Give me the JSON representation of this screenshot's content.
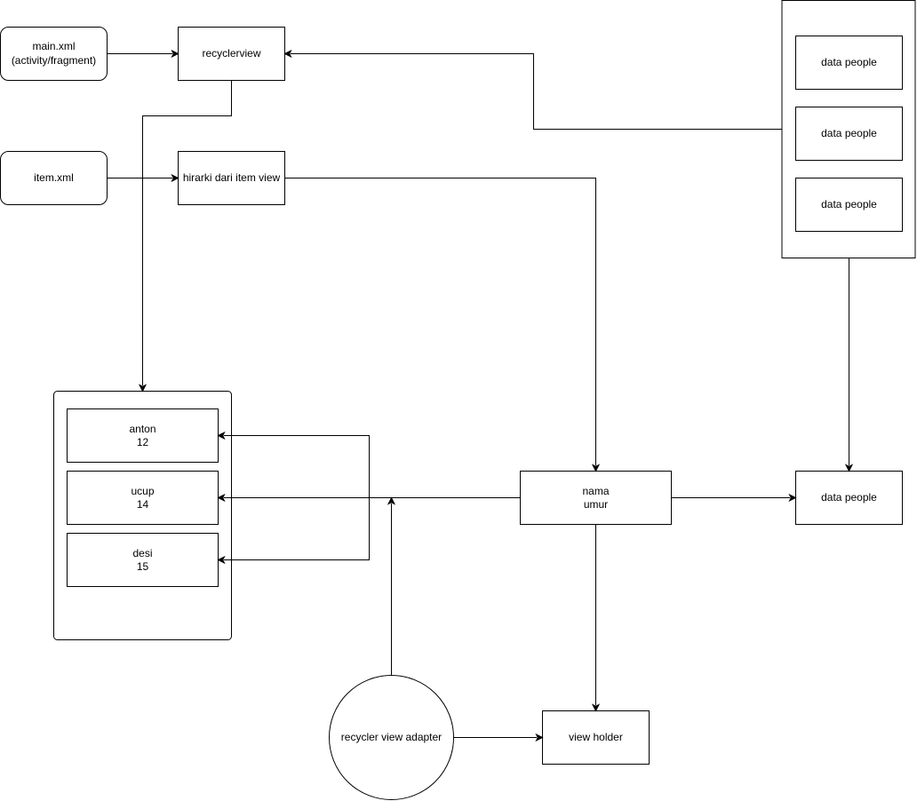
{
  "nodes": {
    "main_xml": {
      "line1": "main.xml",
      "line2": "(activity/fragment)"
    },
    "item_xml": {
      "label": "item.xml"
    },
    "recyclerview": {
      "label": "recyclerview"
    },
    "hirarki": {
      "label": "hirarki dari item view"
    },
    "data_people_list": [
      "data people",
      "data people",
      "data people"
    ],
    "data_people_target": {
      "label": "data people"
    },
    "list_items": [
      {
        "name": "anton",
        "age": "12"
      },
      {
        "name": "ucup",
        "age": "14"
      },
      {
        "name": "desi",
        "age": "15"
      }
    ],
    "nama_umur": {
      "line1": "nama",
      "line2": "umur"
    },
    "adapter": {
      "label": "recycler view adapter"
    },
    "view_holder": {
      "label": "view holder"
    }
  }
}
